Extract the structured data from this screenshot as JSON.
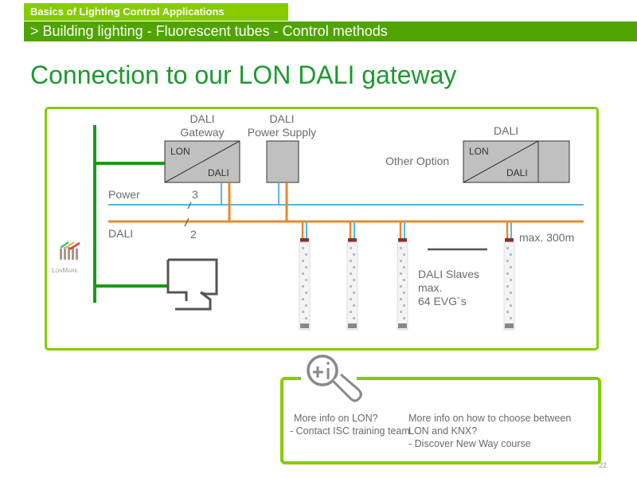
{
  "header": {
    "course_title": "Basics of Lighting Control Applications",
    "breadcrumb": "> Building lighting - Fluorescent tubes - Control methods",
    "colors": {
      "top_bar": "#86cc00",
      "sub_bar": "#4fa400",
      "title": "#1c9a2e"
    }
  },
  "page_title": "Connection to our LON DALI gateway",
  "diagram": {
    "gateway_label_line1": "DALI",
    "gateway_label_line2": "Gateway",
    "gateway_box_top": "LON",
    "gateway_box_bottom": "DALI",
    "power_supply_label_line1": "DALI",
    "power_supply_label_line2": "Power Supply",
    "other_option_label": "Other Option",
    "other_option_title": "DALI",
    "other_option_box_top": "LON",
    "other_option_box_bottom": "DALI",
    "power_line_label": "Power",
    "power_wire_count": "3",
    "dali_line_label": "DALI",
    "dali_wire_count": "2",
    "max_length": "max. 300m",
    "slaves_line1": "DALI Slaves",
    "slaves_line2": "max.",
    "slaves_line3": "64 EVG´s",
    "lonmark_logo_text": "LonMark",
    "icons": [
      "lonmark-logo",
      "computer-terminal-icon",
      "ballast-icon"
    ],
    "colors": {
      "lon_bus": "#1a9a1a",
      "power_line": "#5ab4e6",
      "dali_line": "#e8892b",
      "panel_border": "#86cc00"
    }
  },
  "info": {
    "icon": "magnifier-info-icon",
    "left_line1": "More info on LON?",
    "left_line2": "- Contact ISC training team",
    "right_line1": "More info on how to choose between",
    "right_line2": "LON and KNX?",
    "right_line3": "- Discover New Way course"
  },
  "page_number": "22"
}
